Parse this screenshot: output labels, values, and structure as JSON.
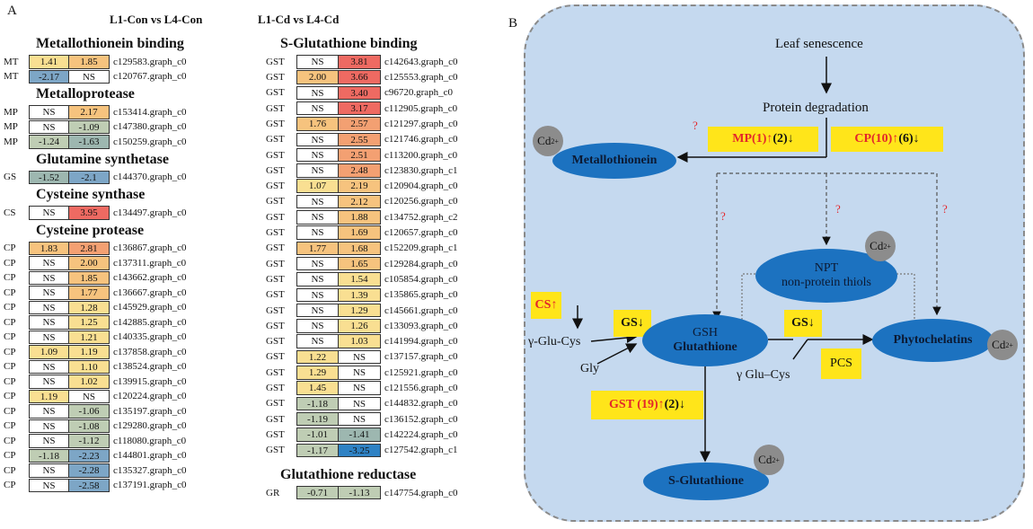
{
  "panel_a": {
    "letter": "A",
    "col_header_1": "L1-Con vs L4-Con",
    "col_header_2": "L1-Cd vs L4-Cd",
    "sections_left": [
      {
        "title": "Metallothionein binding",
        "rows": [
          {
            "abbr": "MT",
            "v1": "1.41",
            "v2": "1.85",
            "id": "c129583.graph_c0"
          },
          {
            "abbr": "MT",
            "v1": "-2.17",
            "v2": "NS",
            "id": "c120767.graph_c0"
          }
        ]
      },
      {
        "title": "Metalloprotease",
        "rows": [
          {
            "abbr": "MP",
            "v1": "NS",
            "v2": "2.17",
            "id": "c153414.graph_c0"
          },
          {
            "abbr": "MP",
            "v1": "NS",
            "v2": "-1.09",
            "id": "c147380.graph_c0"
          },
          {
            "abbr": "MP",
            "v1": "-1.24",
            "v2": "-1.63",
            "id": "c150259.graph_c0"
          }
        ]
      },
      {
        "title": "Glutamine synthetase",
        "rows": [
          {
            "abbr": "GS",
            "v1": "-1.52",
            "v2": "-2.1",
            "id": "c144370.graph_c0"
          }
        ]
      },
      {
        "title": "Cysteine synthase",
        "rows": [
          {
            "abbr": "CS",
            "v1": "NS",
            "v2": "3.95",
            "id": "c134497.graph_c0"
          }
        ]
      },
      {
        "title": "Cysteine protease",
        "rows": [
          {
            "abbr": "CP",
            "v1": "1.83",
            "v2": "2.81",
            "id": "c136867.graph_c0"
          },
          {
            "abbr": "CP",
            "v1": "NS",
            "v2": "2.00",
            "id": "c137311.graph_c0"
          },
          {
            "abbr": "CP",
            "v1": "NS",
            "v2": "1.85",
            "id": "c143662.graph_c0"
          },
          {
            "abbr": "CP",
            "v1": "NS",
            "v2": "1.77",
            "id": "c136667.graph_c0"
          },
          {
            "abbr": "CP",
            "v1": "NS",
            "v2": "1.28",
            "id": "c145929.graph_c0"
          },
          {
            "abbr": "CP",
            "v1": "NS",
            "v2": "1.25",
            "id": "c142885.graph_c0"
          },
          {
            "abbr": "CP",
            "v1": "NS",
            "v2": "1.21",
            "id": "c140335.graph_c0"
          },
          {
            "abbr": "CP",
            "v1": "1.09",
            "v2": "1.19",
            "id": "c137858.graph_c0"
          },
          {
            "abbr": "CP",
            "v1": "NS",
            "v2": "1.10",
            "id": "c138524.graph_c0"
          },
          {
            "abbr": "CP",
            "v1": "NS",
            "v2": "1.02",
            "id": "c139915.graph_c0"
          },
          {
            "abbr": "CP",
            "v1": "1.19",
            "v2": "NS",
            "id": "c120224.graph_c0"
          },
          {
            "abbr": "CP",
            "v1": "NS",
            "v2": "-1.06",
            "id": "c135197.graph_c0"
          },
          {
            "abbr": "CP",
            "v1": "NS",
            "v2": "-1.08",
            "id": "c129280.graph_c0"
          },
          {
            "abbr": "CP",
            "v1": "NS",
            "v2": "-1.12",
            "id": "c118080.graph_c0"
          },
          {
            "abbr": "CP",
            "v1": "-1.18",
            "v2": "-2.23",
            "id": "c144801.graph_c0"
          },
          {
            "abbr": "CP",
            "v1": "NS",
            "v2": "-2.28",
            "id": "c135327.graph_c0"
          },
          {
            "abbr": "CP",
            "v1": "NS",
            "v2": "-2.58",
            "id": "c137191.graph_c0"
          }
        ]
      }
    ],
    "sections_right": [
      {
        "title": "S-Glutathione binding",
        "rows": [
          {
            "abbr": "GST",
            "v1": "NS",
            "v2": "3.81",
            "id": "c142643.graph_c0"
          },
          {
            "abbr": "GST",
            "v1": "2.00",
            "v2": "3.66",
            "id": "c125553.graph_c0"
          },
          {
            "abbr": "GST",
            "v1": "NS",
            "v2": "3.40",
            "id": "c96720.graph_c0"
          },
          {
            "abbr": "GST",
            "v1": "NS",
            "v2": "3.17",
            "id": "c112905.graph_c0"
          },
          {
            "abbr": "GST",
            "v1": "1.76",
            "v2": "2.57",
            "id": "c121297.graph_c0"
          },
          {
            "abbr": "GST",
            "v1": "NS",
            "v2": "2.55",
            "id": "c121746.graph_c0"
          },
          {
            "abbr": "GST",
            "v1": "NS",
            "v2": "2.51",
            "id": "c113200.graph_c0"
          },
          {
            "abbr": "GST",
            "v1": "NS",
            "v2": "2.48",
            "id": "c123830.graph_c1"
          },
          {
            "abbr": "GST",
            "v1": "1.07",
            "v2": "2.19",
            "id": "c120904.graph_c0"
          },
          {
            "abbr": "GST",
            "v1": "NS",
            "v2": "2.12",
            "id": "c120256.graph_c0"
          },
          {
            "abbr": "GST",
            "v1": "NS",
            "v2": "1.88",
            "id": "c134752.graph_c2"
          },
          {
            "abbr": "GST",
            "v1": "NS",
            "v2": "1.69",
            "id": "c120657.graph_c0"
          },
          {
            "abbr": "GST",
            "v1": "1.77",
            "v2": "1.68",
            "id": "c152209.graph_c1"
          },
          {
            "abbr": "GST",
            "v1": "NS",
            "v2": "1.65",
            "id": "c129284.graph_c0"
          },
          {
            "abbr": "GST",
            "v1": "NS",
            "v2": "1.54",
            "id": "c105854.graph_c0"
          },
          {
            "abbr": "GST",
            "v1": "NS",
            "v2": "1.39",
            "id": "c135865.graph_c0"
          },
          {
            "abbr": "GST",
            "v1": "NS",
            "v2": "1.29",
            "id": "c145661.graph_c0"
          },
          {
            "abbr": "GST",
            "v1": "NS",
            "v2": "1.26",
            "id": "c133093.graph_c0"
          },
          {
            "abbr": "GST",
            "v1": "NS",
            "v2": "1.03",
            "id": "c141994.graph_c0"
          },
          {
            "abbr": "GST",
            "v1": "1.22",
            "v2": "NS",
            "id": "c137157.graph_c0"
          },
          {
            "abbr": "GST",
            "v1": "1.29",
            "v2": "NS",
            "id": "c125921.graph_c0"
          },
          {
            "abbr": "GST",
            "v1": "1.45",
            "v2": "NS",
            "id": "c121556.graph_c0"
          },
          {
            "abbr": "GST",
            "v1": "-1.18",
            "v2": "NS",
            "id": "c144832.graph_c0"
          },
          {
            "abbr": "GST",
            "v1": "-1.19",
            "v2": "NS",
            "id": "c136152.graph_c0"
          },
          {
            "abbr": "GST",
            "v1": "-1.01",
            "v2": "-1.41",
            "id": "c142224.graph_c0"
          },
          {
            "abbr": "GST",
            "v1": "-1.17",
            "v2": "-3.25",
            "id": "c127542.graph_c1"
          }
        ]
      },
      {
        "title": "Glutathione reductase",
        "rows": [
          {
            "abbr": "GR",
            "v1": "-0.71",
            "v2": "-1.13",
            "id": "c147754.graph_c0"
          }
        ]
      }
    ],
    "colors": {
      "ns": "#ffffff",
      "high": "#ee6a62",
      "mid_high": "#f3a072",
      "mid": "#f6c37e",
      "low": "#f9df92",
      "neg_low": "#bfcdb4",
      "neg_mid": "#9db7b0",
      "neg_high": "#7da6c6",
      "neg_max": "#2f82c4"
    }
  },
  "panel_b": {
    "letter": "B",
    "leaf_senescence": "Leaf senescence",
    "protein_degradation": "Protein degradation",
    "metallothionein": "Metallothionein",
    "mp_box": {
      "name": "MP(1)",
      "up": "↑",
      "down_count": "(2)",
      "down": "↓"
    },
    "cp_box": {
      "name": "CP(10)",
      "up": "↑",
      "down_count": "(6)",
      "down": "↓"
    },
    "npt_line1": "NPT",
    "npt_line2": "non-protein thiols",
    "cs_box": {
      "name": "CS",
      "up": "↑"
    },
    "gs_box_1": {
      "name": "GS",
      "down": "↓"
    },
    "gs_box_2": {
      "name": "GS",
      "down": "↓"
    },
    "gsh_line1": "GSH",
    "gsh_line2": "Glutathione",
    "phytochelatins": "Phytochelatins",
    "gamma_glu_cys_left": "γ-Glu-Cys",
    "gly": "Gly",
    "gamma_glu_cys_right": "γ Glu–Cys",
    "pcs": "PCS",
    "gst_box": {
      "name": "GST (19)",
      "up": "↑",
      "down_count": "(2)",
      "down": "↓"
    },
    "s_glutathione": "S-Glutathione",
    "cd_ion": "Cd",
    "cd_charge": "2+",
    "question_mark": "?",
    "colors": {
      "background": "#c5d9ef",
      "node": "#1c72c0",
      "ion": "#8c8c8c",
      "box": "#ffe51a",
      "up_text": "#e3262b"
    }
  }
}
